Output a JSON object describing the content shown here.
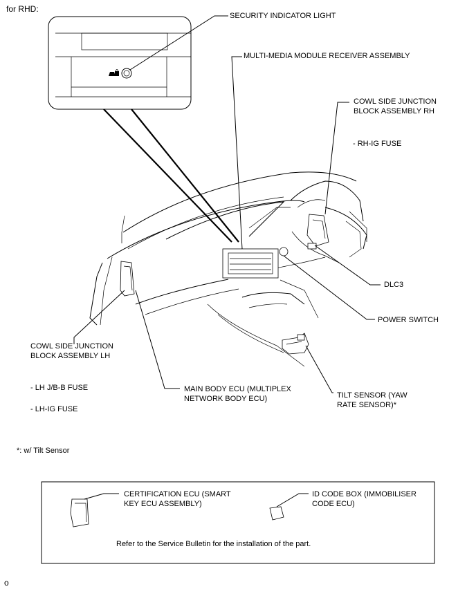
{
  "header": {
    "variant": "for RHD:"
  },
  "labels": {
    "security_indicator_light": "SECURITY INDICATOR LIGHT",
    "multi_media_module": "MULTI-MEDIA MODULE RECEIVER ASSEMBLY",
    "cowl_rh": "COWL SIDE JUNCTION\nBLOCK ASSEMBLY RH",
    "rh_ig_fuse": "- RH-IG FUSE",
    "dlc3": "DLC3",
    "power_switch": "POWER SWITCH",
    "cowl_lh": "COWL SIDE JUNCTION\nBLOCK ASSEMBLY LH",
    "lh_jb_b_fuse": "- LH J/B-B FUSE",
    "lh_ig_fuse": "- LH-IG FUSE",
    "main_body_ecu": "MAIN BODY ECU (MULTIPLEX\nNETWORK BODY ECU)",
    "tilt_sensor": "TILT SENSOR (YAW\nRATE SENSOR)*"
  },
  "footnote": "*: w/ Tilt Sensor",
  "box": {
    "certification_ecu": "CERTIFICATION ECU (SMART\nKEY ECU ASSEMBLY)",
    "id_code_box": "ID CODE BOX (IMMOBILISER\nCODE ECU)",
    "note": "Refer to the Service Bulletin for the installation of the part."
  },
  "page_marker": "o"
}
